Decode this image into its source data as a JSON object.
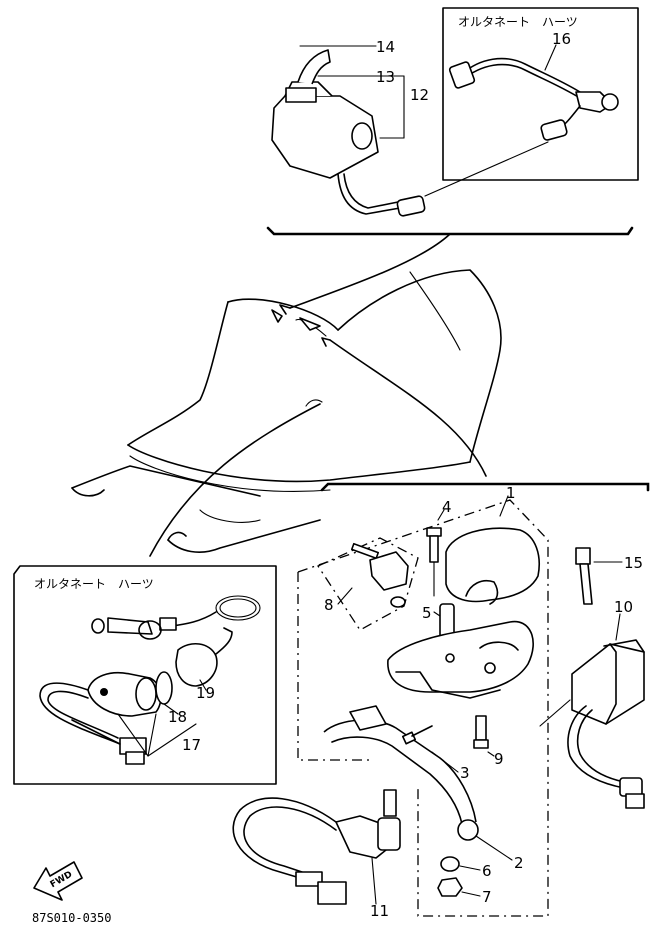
{
  "inset_top": {
    "title": "オルタネート　ハーツ"
  },
  "inset_left": {
    "title": "オルタネート　ハーツ"
  },
  "callouts": {
    "c1": "1",
    "c2": "2",
    "c3": "3",
    "c4": "4",
    "c5": "5",
    "c6": "6",
    "c7": "7",
    "c8": "8",
    "c9": "9",
    "c10": "10",
    "c11": "11",
    "c12": "12",
    "c13": "13",
    "c14": "14",
    "c15": "15",
    "c16": "16",
    "c17": "17",
    "c18": "18",
    "c19": "19"
  },
  "badge": {
    "fwd": "FWD"
  },
  "drawing_code": "87S010-0350"
}
